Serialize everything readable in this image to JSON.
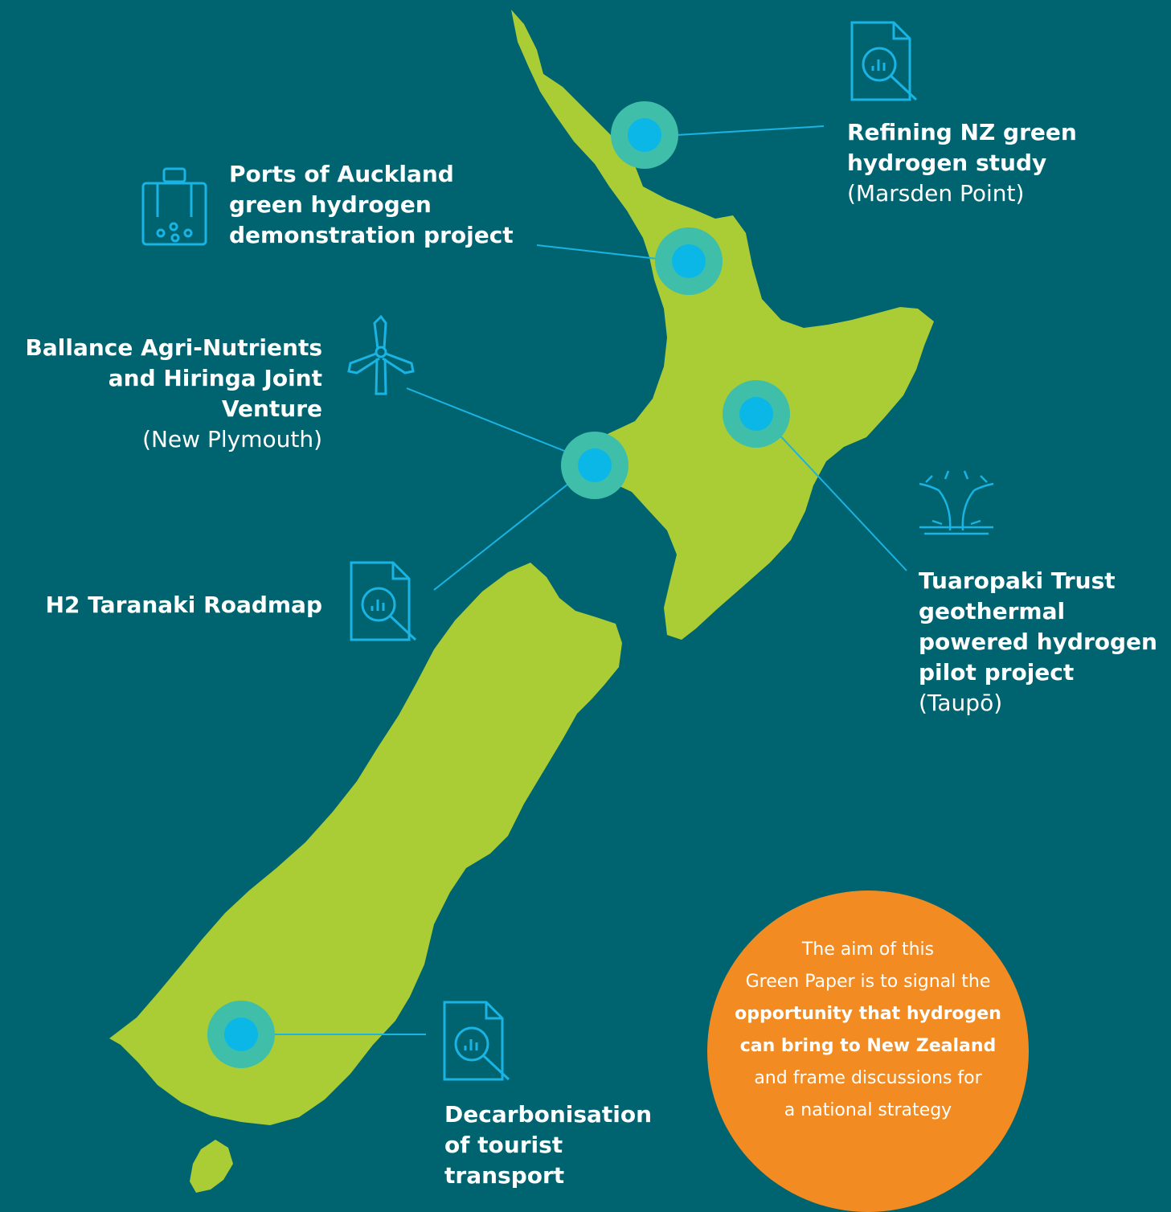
{
  "colors": {
    "sea": "#006470",
    "land": "#aacd35",
    "marker_ring": "#3fbfaa",
    "marker_core": "#0ab7e6",
    "icon_line": "#19b4e3",
    "callout": "#f28c22"
  },
  "projects": [
    {
      "id": "marsden",
      "title": "Refining NZ green hydrogen study",
      "title_lines": [
        "Refining NZ green",
        "hydrogen study"
      ],
      "place": "(Marsden Point)",
      "icon": "report-chart-icon"
    },
    {
      "id": "auckland",
      "title": "Ports of Auckland green hydrogen demonstration project",
      "title_lines": [
        "Ports of Auckland",
        "green hydrogen",
        "demonstration project"
      ],
      "place": "",
      "icon": "electrolyser-icon"
    },
    {
      "id": "newplymouth",
      "title": "Ballance Agri-Nutrients and Hiringa Joint Venture",
      "title_lines": [
        "Ballance Agri-Nutrients",
        "and Hiringa Joint Venture"
      ],
      "place": "(New Plymouth)",
      "icon": "wind-turbine-icon"
    },
    {
      "id": "taranaki",
      "title": "H2 Taranaki Roadmap",
      "title_lines": [
        "H2 Taranaki Roadmap"
      ],
      "place": "",
      "icon": "report-chart-icon"
    },
    {
      "id": "taupo",
      "title": "Tuaropaki Trust geothermal powered hydrogen pilot project",
      "title_lines": [
        "Tuaropaki Trust",
        "geothermal",
        "powered hydrogen",
        "pilot project"
      ],
      "place": "(Taupō)",
      "icon": "geothermal-geyser-icon"
    },
    {
      "id": "tourist",
      "title": "Decarbonisation of tourist transport",
      "title_lines": [
        "Decarbonisation",
        "of tourist",
        "transport"
      ],
      "place": "",
      "icon": "report-chart-icon"
    }
  ],
  "callout": {
    "line1": "The aim of this",
    "line2": "Green Paper is to signal the",
    "bold1": "opportunity that hydrogen",
    "bold2": "can bring to New Zealand",
    "line3": "and frame discussions for",
    "line4": "a national strategy"
  }
}
